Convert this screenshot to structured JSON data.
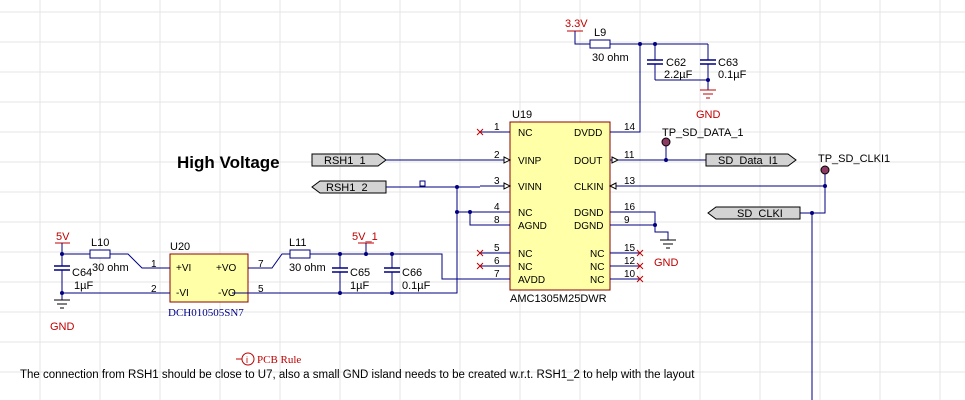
{
  "heading": "High Voltage",
  "note": "The connection from RSH1 should be close to U7, also a small GND island needs to be created w.r.t. RSH1_2 to help with the layout",
  "pcb_rule": "PCB Rule",
  "pcb_rule_icon": "info-circle-icon",
  "colors": {
    "wire": "#000080",
    "power": "#c00000",
    "ic_body": "#ffffa8",
    "grid": "#e4e4e4"
  },
  "u19": {
    "ref": "U19",
    "part": "AMC1305M25DWR",
    "left_pins": [
      {
        "num": "1",
        "name": "NC"
      },
      {
        "num": "2",
        "name": "VINP"
      },
      {
        "num": "3",
        "name": "VINN"
      },
      {
        "num": "4",
        "name": "NC"
      },
      {
        "num": "8",
        "name": "AGND"
      },
      {
        "num": "5",
        "name": "NC"
      },
      {
        "num": "6",
        "name": "NC"
      },
      {
        "num": "7",
        "name": "AVDD"
      }
    ],
    "right_pins": [
      {
        "num": "14",
        "name": "DVDD"
      },
      {
        "num": "11",
        "name": "DOUT"
      },
      {
        "num": "13",
        "name": "CLKIN"
      },
      {
        "num": "16",
        "name": "DGND"
      },
      {
        "num": "9",
        "name": "DGND"
      },
      {
        "num": "15",
        "name": "NC"
      },
      {
        "num": "12",
        "name": "NC"
      },
      {
        "num": "10",
        "name": "NC"
      }
    ]
  },
  "u20": {
    "ref": "U20",
    "part": "DCH010505SN7",
    "pins": [
      {
        "num": "1",
        "name": "+VI"
      },
      {
        "num": "2",
        "name": "-VI"
      },
      {
        "num": "7",
        "name": "+VO"
      },
      {
        "num": "5",
        "name": "-VO"
      }
    ]
  },
  "ports": {
    "rsh1_1": "RSH1_1",
    "rsh1_2": "RSH1_2",
    "sd_data": "SD_Data_I1",
    "sd_clk": "SD_CLKI"
  },
  "testpoints": {
    "data": "TP_SD_DATA_1",
    "clk": "TP_SD_CLKI1"
  },
  "power": {
    "v33": "3.3V",
    "v5": "5V",
    "v5_1": "5V_1",
    "gnd": "GND"
  },
  "parts": {
    "l9": {
      "ref": "L9",
      "value": "30 ohm"
    },
    "l10": {
      "ref": "L10",
      "value": "30 ohm"
    },
    "l11": {
      "ref": "L11",
      "value": "30 ohm"
    },
    "c62": {
      "ref": "C62",
      "value": "2.2µF"
    },
    "c63": {
      "ref": "C63",
      "value": "0.1µF"
    },
    "c64": {
      "ref": "C64",
      "value": "1µF"
    },
    "c65": {
      "ref": "C65",
      "value": "1µF"
    },
    "c66": {
      "ref": "C66",
      "value": "0.1µF"
    }
  }
}
